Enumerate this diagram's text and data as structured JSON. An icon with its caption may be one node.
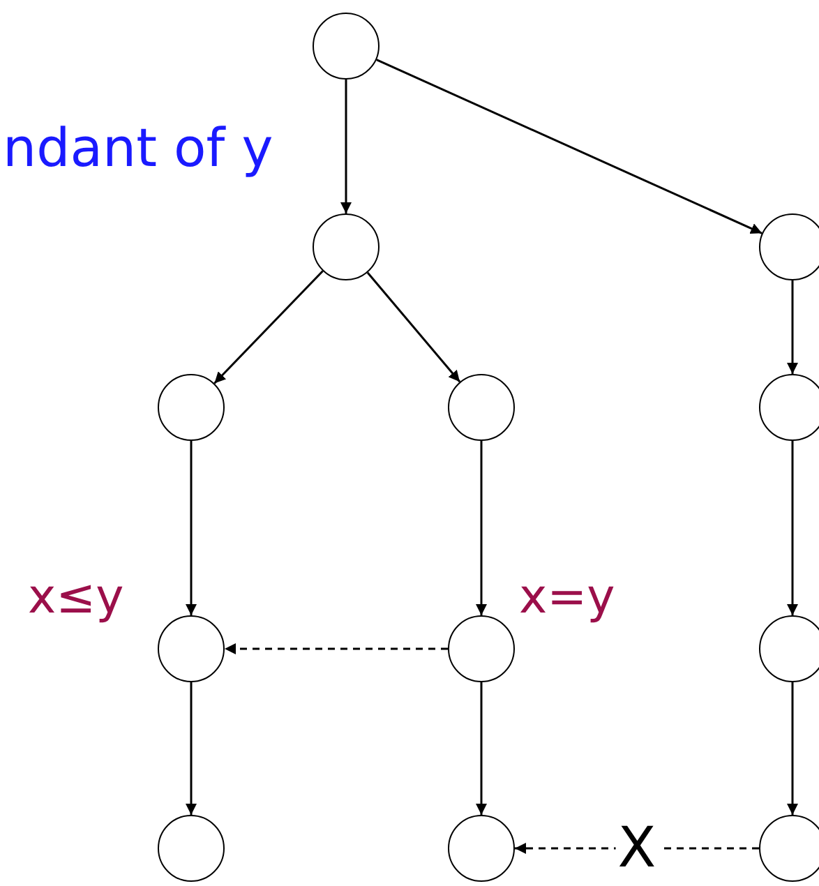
{
  "diagram": {
    "nodes": [
      {
        "text": [],
        "shape": "circle"
      },
      {
        "text": [],
        "shape": "circle"
      },
      {
        "text": [],
        "shape": "circle"
      },
      {
        "text": [],
        "shape": "circle"
      },
      {
        "text": [],
        "shape": "circle"
      },
      {
        "text": [],
        "shape": "circle"
      },
      {
        "text": [],
        "shape": "circle",
        "beside": [
          "x≤y"
        ]
      },
      {
        "text": [],
        "shape": "circle",
        "beside": [
          "x=y"
        ]
      },
      {
        "text": [],
        "shape": "circle"
      },
      {
        "text": [],
        "shape": "circle"
      },
      {
        "text": [],
        "shape": "circle"
      },
      {
        "text": [],
        "shape": "circle"
      }
    ],
    "edges": [
      {
        "from": 0,
        "to": 1,
        "arrow": "to"
      },
      {
        "from": 0,
        "to": 2,
        "arrow": "to"
      },
      {
        "from": 1,
        "to": 3,
        "arrow": "to"
      },
      {
        "from": 1,
        "to": 4,
        "arrow": "to"
      },
      {
        "from": 2,
        "to": 5,
        "arrow": "to"
      },
      {
        "from": 3,
        "to": 6,
        "arrow": "to"
      },
      {
        "from": 4,
        "to": 7,
        "arrow": "to"
      },
      {
        "from": 5,
        "to": 8,
        "arrow": "to"
      },
      {
        "from": 6,
        "to": 9,
        "arrow": "to"
      },
      {
        "from": 7,
        "to": 10,
        "arrow": "to"
      },
      {
        "from": 8,
        "to": 11,
        "arrow": "to"
      },
      {
        "from": 7,
        "to": 6,
        "arrow": "to",
        "style": "dashed"
      },
      {
        "from": 11,
        "to": 10,
        "arrow": "to",
        "style": "dashed",
        "label": "X"
      }
    ],
    "labels": [
      "ndant of y"
    ]
  }
}
